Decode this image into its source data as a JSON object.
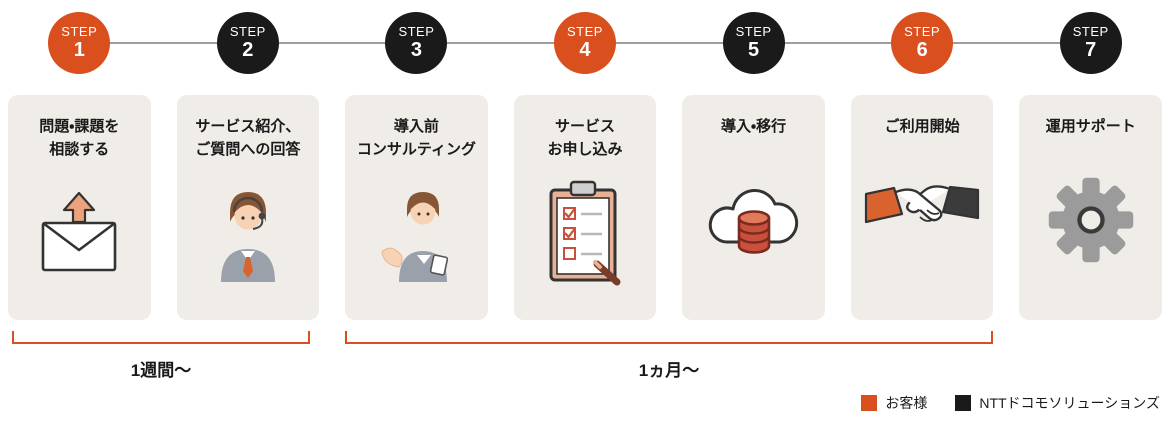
{
  "colors": {
    "accent_orange": "#d9501e",
    "step_black": "#1a1a1a",
    "card_bg": "#f0ede8",
    "connector_gray": "#9e9e9e"
  },
  "steps": [
    {
      "label": "STEP",
      "number": "1",
      "color": "orange",
      "title": "問題・課題を\n相談する",
      "icon": "envelope-upload-icon"
    },
    {
      "label": "STEP",
      "number": "2",
      "color": "black",
      "title": "サービス紹介、\nご質問への回答",
      "icon": "support-agent-icon"
    },
    {
      "label": "STEP",
      "number": "3",
      "color": "black",
      "title": "導入前\nコンサルティング",
      "icon": "consultant-icon"
    },
    {
      "label": "STEP",
      "number": "4",
      "color": "orange",
      "title": "サービス\nお申し込み",
      "icon": "application-checklist-icon"
    },
    {
      "label": "STEP",
      "number": "5",
      "color": "black",
      "title": "導入・移行",
      "icon": "cloud-database-icon"
    },
    {
      "label": "STEP",
      "number": "6",
      "color": "orange",
      "title": "ご利用開始",
      "icon": "handshake-icon"
    },
    {
      "label": "STEP",
      "number": "7",
      "color": "black",
      "title": "運用サポート",
      "icon": "gear-icon"
    }
  ],
  "durations": [
    {
      "label": "1週間〜",
      "covers_steps": "1-2"
    },
    {
      "label": "1ヵ月〜",
      "covers_steps": "3-6"
    }
  ],
  "legend": [
    {
      "label": "お客様",
      "color": "#d9501e"
    },
    {
      "label": "NTTドコモソリューションズ",
      "color": "#1a1a1a"
    }
  ]
}
